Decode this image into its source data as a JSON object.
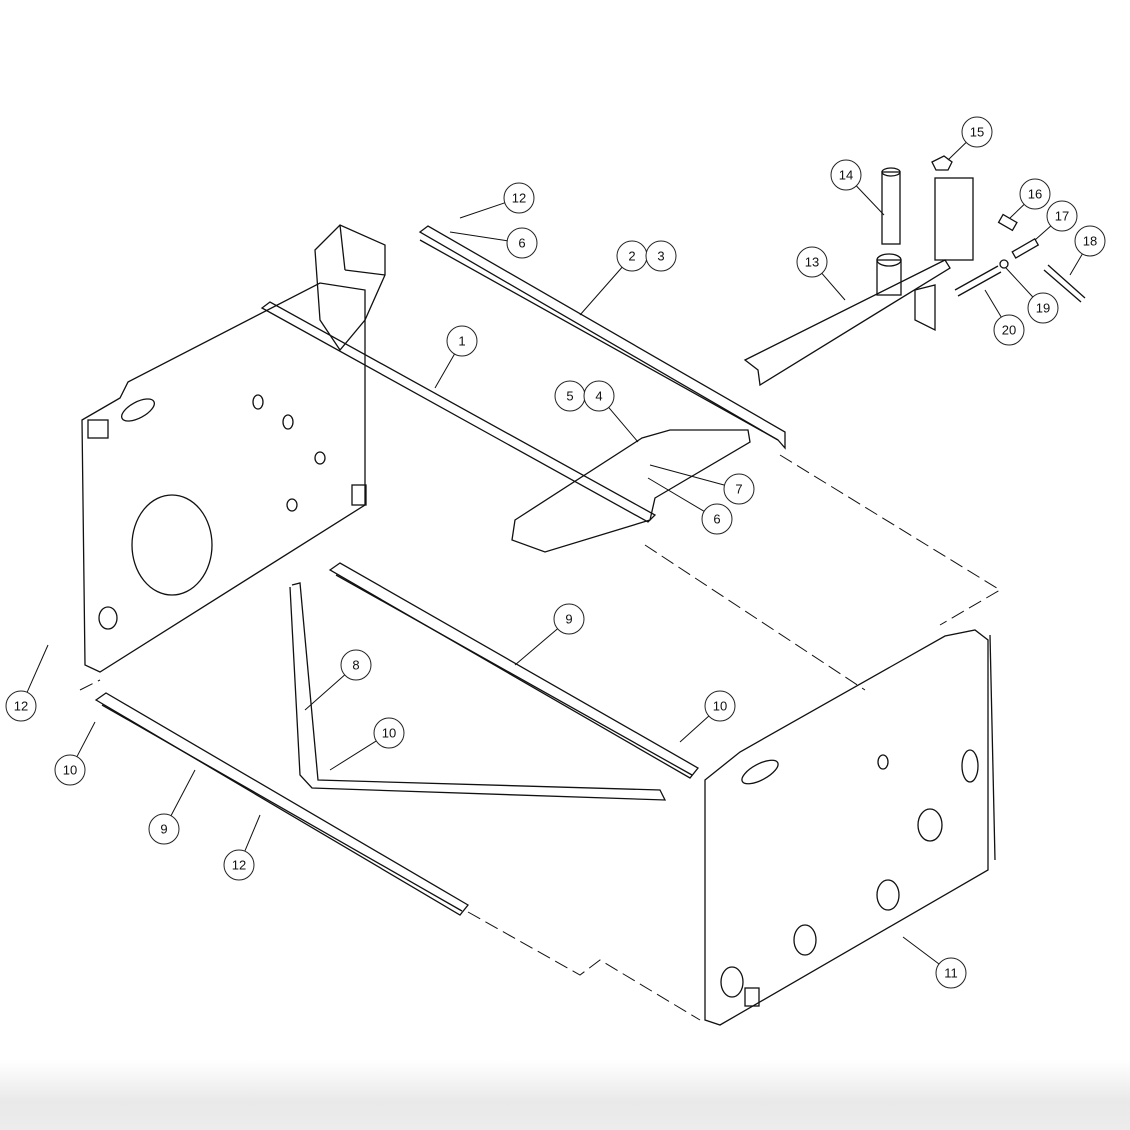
{
  "callouts": [
    {
      "label": "12"
    },
    {
      "label": "6"
    },
    {
      "label": "2"
    },
    {
      "label": "3"
    },
    {
      "label": "1"
    },
    {
      "label": "5"
    },
    {
      "label": "4"
    },
    {
      "label": "7"
    },
    {
      "label": "6"
    },
    {
      "label": "14"
    },
    {
      "label": "15"
    },
    {
      "label": "16"
    },
    {
      "label": "17"
    },
    {
      "label": "18"
    },
    {
      "label": "13"
    },
    {
      "label": "19"
    },
    {
      "label": "20"
    },
    {
      "label": "9"
    },
    {
      "label": "8"
    },
    {
      "label": "10"
    },
    {
      "label": "10"
    },
    {
      "label": "12"
    },
    {
      "label": "10"
    },
    {
      "label": "9"
    },
    {
      "label": "12"
    },
    {
      "label": "11"
    }
  ]
}
